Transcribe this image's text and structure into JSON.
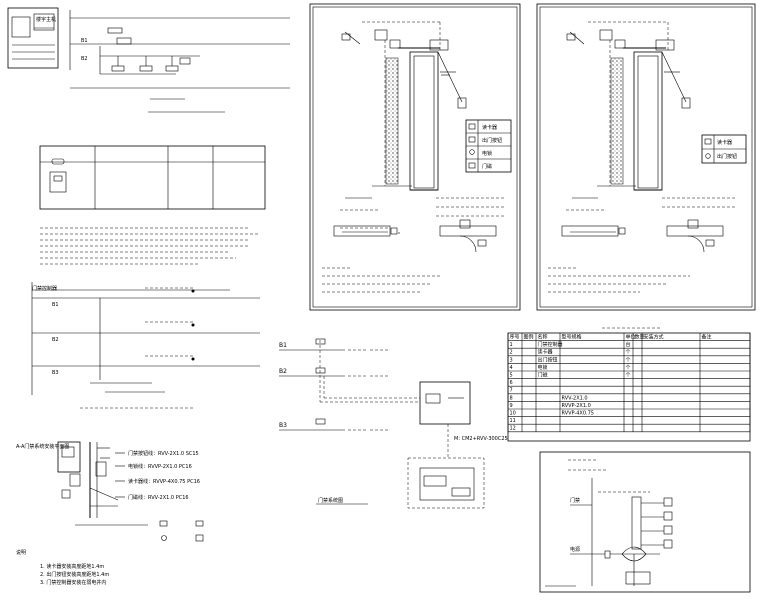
{
  "panel_a": {
    "box_title": "楼宇主机",
    "label_b1": "B1",
    "label_b2": "B2"
  },
  "panel_c": {
    "title": "门禁控制器",
    "labels": [
      "B1",
      "B2",
      "B3"
    ]
  },
  "panel_d": {
    "plan_title": "A-A门禁系统安装平面图",
    "specs": [
      "门禁按钮线：RVV-2X1.0 SC15",
      "电锁线：RVVP-2X1.0 PC16",
      "读卡器线：RVVP-4X0.75 PC16",
      "门磁线：RVV-2X1.0 PC16"
    ],
    "notes_title": "说明",
    "notes": [
      "1. 读卡器安装高度距地1.4m",
      "2. 出门按钮安装高度距地1.4m",
      "3. 门禁控制器安装在弱电井内"
    ]
  },
  "panel_e": {
    "labels": [
      "B1",
      "B2",
      "B3"
    ],
    "cable": "M: CM2+RVV-300C25",
    "caption": "门禁系统图"
  },
  "table": {
    "headers": [
      "序号",
      "图例",
      "名称",
      "型号规格",
      "单位",
      "数量",
      "安装方式",
      "备注"
    ],
    "rows": [
      [
        "1",
        "",
        "门禁控制器",
        "",
        "台",
        "",
        "",
        ""
      ],
      [
        "2",
        "",
        "读卡器",
        "",
        "个",
        "",
        "",
        ""
      ],
      [
        "3",
        "",
        "出门按钮",
        "",
        "个",
        "",
        "",
        ""
      ],
      [
        "4",
        "",
        "电锁",
        "",
        "个",
        "",
        "",
        ""
      ],
      [
        "5",
        "",
        "门磁",
        "",
        "个",
        "",
        "",
        ""
      ],
      [
        "6",
        "",
        "",
        "",
        "",
        "",
        "",
        ""
      ],
      [
        "7",
        "",
        "",
        "",
        "",
        "",
        "",
        ""
      ],
      [
        "8",
        "",
        "",
        "RVV-2X1.0",
        "",
        "",
        "",
        ""
      ],
      [
        "9",
        "",
        "",
        "RVVP-2X1.0",
        "",
        "",
        "",
        ""
      ],
      [
        "10",
        "",
        "",
        "RVVP-4X0.75",
        "",
        "",
        "",
        ""
      ],
      [
        "11",
        "",
        "",
        "",
        "",
        "",
        "",
        ""
      ],
      [
        "12",
        "",
        "",
        "",
        "",
        "",
        "",
        ""
      ]
    ]
  },
  "door_sheets": [
    {
      "legend": [
        "读卡器",
        "出门按钮",
        "电锁",
        "门磁"
      ]
    },
    {
      "legend": [
        "读卡器",
        "出门按钮"
      ]
    }
  ],
  "panel_g": {
    "label1": "门禁",
    "label2": "电源"
  },
  "colors": {
    "line": "#000000",
    "background": "#ffffff"
  }
}
